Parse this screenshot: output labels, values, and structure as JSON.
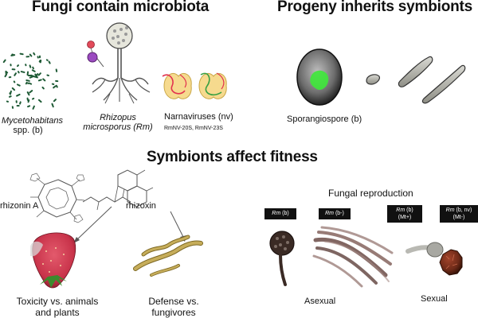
{
  "sections": {
    "microbiota_title": "Fungi contain microbiota",
    "progeny_title": "Progeny inherits symbionts",
    "fitness_title": "Symbionts affect fitness"
  },
  "microbiota": {
    "mycetohabitans_name": "Mycetohabitans",
    "mycetohabitans_suffix": "spp. (b)",
    "rhizopus_line1": "Rhizopus",
    "rhizopus_line2_prefix": "microsporus (",
    "rhizopus_line2_abbr": "Rm",
    "rhizopus_line2_suffix": ")",
    "narnaviruses_label": "Narnaviruses (nv)",
    "narnaviruses_strains": "RmNV-20S, RmNV-23S"
  },
  "progeny": {
    "sporangiospore_label": "Sporangiospore (b)"
  },
  "fitness": {
    "rhizonin_label": "rhizonin A",
    "rhizoxin_label": "rhizoxin",
    "toxicity_line1": "Toxicity vs. animals",
    "toxicity_line2": "and plants",
    "defense_line1": "Defense vs.",
    "defense_line2": "fungivores"
  },
  "reproduction": {
    "title": "Fungal reproduction",
    "tags": [
      {
        "abbr": "Rm",
        "line1_suffix": " (b)",
        "line2": ""
      },
      {
        "abbr": "Rm",
        "line1_suffix": " (b-)",
        "line2": ""
      },
      {
        "abbr": "Rm",
        "line1_suffix": " (b)",
        "line2": "(Mt+)"
      },
      {
        "abbr": "Rm",
        "line1_suffix": " (b, nv)",
        "line2": "(Mt-)"
      }
    ],
    "asexual_label": "Asexual",
    "sexual_label": "Sexual"
  },
  "colors": {
    "bacteria_green": "#1e5a35",
    "spore_green": "#3ee83a",
    "virus_cell_fill": "#f6da8e",
    "strawberry_red": "#c8334a",
    "worm_olive": "#b39a45",
    "spore_brown": "#6e2a18"
  }
}
